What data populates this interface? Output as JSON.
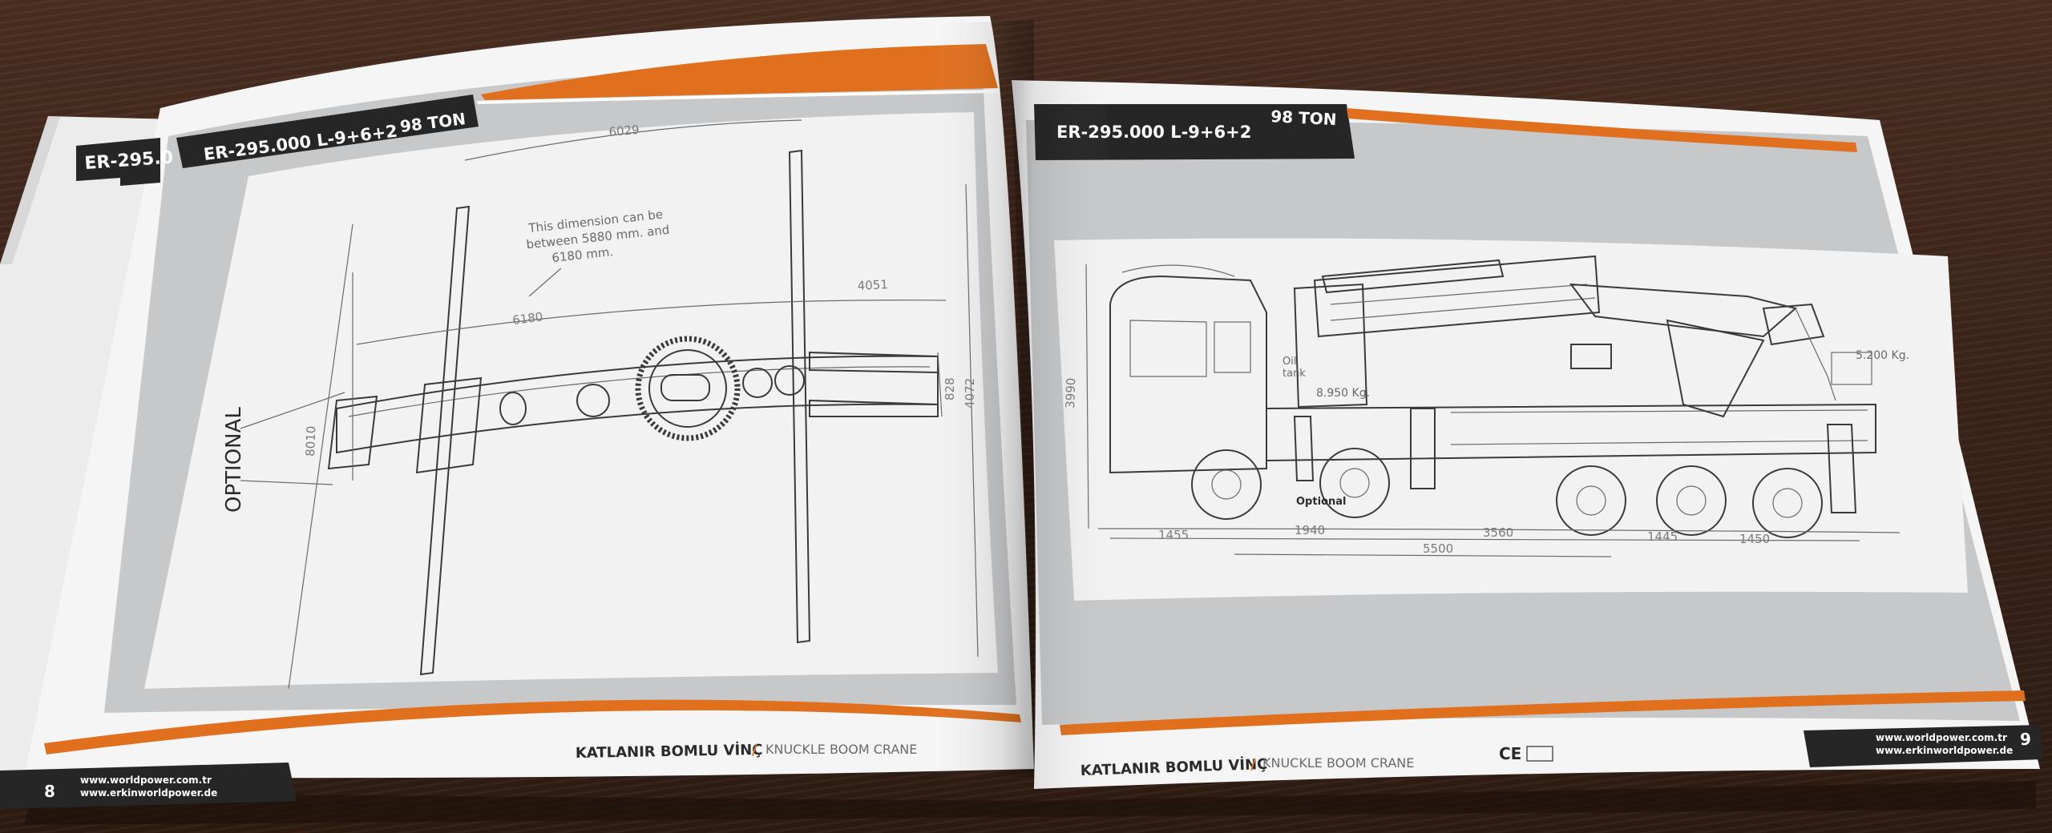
{
  "left_page": {
    "model": "ER-295.000 L-9+6+2",
    "model_back": "ER-295.0",
    "capacity": "98 TON",
    "drawing": {
      "optional_label": "OPTIONAL",
      "note": [
        "This dimension can be",
        "between 5880 mm. and",
        "6180 mm."
      ],
      "dims": {
        "top": "6029",
        "span": "6180",
        "right": "4051",
        "side_left": "8010",
        "side_right1": "828",
        "side_right2": "4072"
      }
    },
    "footer_title": "KATLANIR BOMLU VİNÇ",
    "footer_sep": "/",
    "footer_subtitle": "KNUCKLE BOOM CRANE",
    "page_number": "8",
    "web1": "www.worldpower.com.tr",
    "web2": "www.erkinworldpower.de"
  },
  "right_page": {
    "model": "ER-295.000 L-9+6+2",
    "capacity": "98 TON",
    "drawing": {
      "height_dim": "3990",
      "oil_tank": [
        "Oil",
        "tank"
      ],
      "load1": "8.950 Kg.",
      "load2": "5.200 Kg.",
      "optional": "Optional",
      "dims_bottom": [
        "1455",
        "1940",
        "3560",
        "1445",
        "1450"
      ],
      "dim_total": "5500"
    },
    "footer_title": "KATLANIR BOMLU VİNÇ",
    "footer_sep": "/",
    "footer_subtitle": "KNUCKLE BOOM CRANE",
    "ce_mark": "CE",
    "page_number": "9",
    "web1": "www.worldpower.com.tr",
    "web2": "www.erkinworldpower.de"
  },
  "colors": {
    "accent": "#e0701e",
    "header_dark": "#262626",
    "panel_grey": "#c7c8ca",
    "drawing_bg": "#f2f2f2"
  }
}
